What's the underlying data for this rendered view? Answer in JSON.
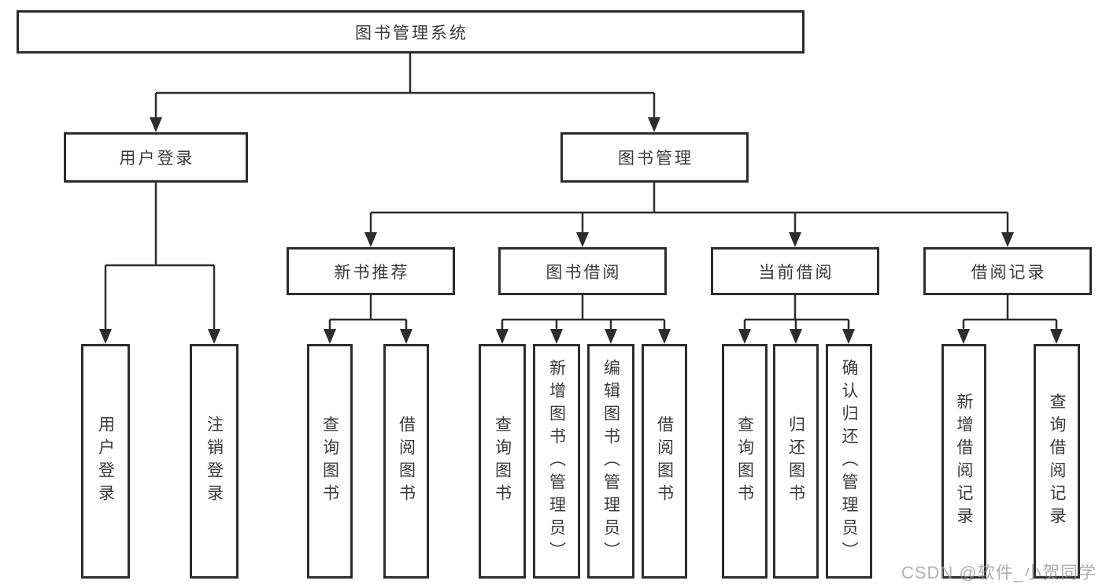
{
  "tree": {
    "root": {
      "label": "图书管理系统",
      "children": [
        {
          "label": "用户登录",
          "children": [
            {
              "label": "用户登录"
            },
            {
              "label": "注销登录"
            }
          ]
        },
        {
          "label": "图书管理",
          "children": [
            {
              "label": "新书推荐",
              "children": [
                {
                  "label": "查询图书"
                },
                {
                  "label": "借阅图书"
                }
              ]
            },
            {
              "label": "图书借阅",
              "children": [
                {
                  "label": "查询图书"
                },
                {
                  "label": "新增图书（管理员）"
                },
                {
                  "label": "编辑图书（管理员）"
                },
                {
                  "label": "借阅图书"
                }
              ]
            },
            {
              "label": "当前借阅",
              "children": [
                {
                  "label": "查询图书"
                },
                {
                  "label": "归还图书"
                },
                {
                  "label": "确认归还（管理员）"
                }
              ]
            },
            {
              "label": "借阅记录",
              "children": [
                {
                  "label": "新增借阅记录"
                },
                {
                  "label": "查询借阅记录"
                }
              ]
            }
          ]
        }
      ]
    }
  },
  "watermark": "CSDN @软件_小贺同学",
  "colors": {
    "line": "#2d2d2d",
    "box_border": "#2d2d2d",
    "text": "#3a3a3a",
    "watermark": "#a0a0a0",
    "background": "#ffffff"
  }
}
